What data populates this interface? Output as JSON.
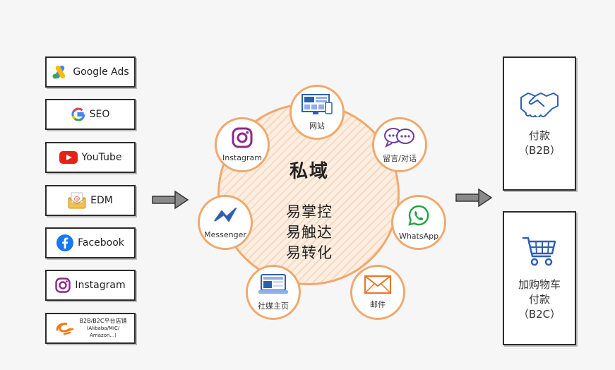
{
  "channels": [
    {
      "label": "Google Ads",
      "icon": "google-ads-icon"
    },
    {
      "label": "SEO",
      "icon": "google-icon"
    },
    {
      "label": "YouTube",
      "icon": "youtube-icon"
    },
    {
      "label": "EDM",
      "icon": "email-icon"
    },
    {
      "label": "Facebook",
      "icon": "facebook-icon"
    },
    {
      "label": "Instagram",
      "icon": "instagram-icon"
    },
    {
      "label": "B2B/B2C平台店铺",
      "sub1": "(Alibaba/MIC/",
      "sub2": "Amazon...)",
      "icon": "alibaba-icon"
    }
  ],
  "center": {
    "title": "私域",
    "line1": "易掌控",
    "line2": "易触达",
    "line3": "易转化"
  },
  "nodes": [
    {
      "label": "网站",
      "icon": "website-icon"
    },
    {
      "label": "留言/对话",
      "icon": "chat-bubbles-icon"
    },
    {
      "label": "WhatsApp",
      "icon": "whatsapp-icon"
    },
    {
      "label": "邮件",
      "icon": "mail-icon"
    },
    {
      "label": "社媒主页",
      "icon": "social-page-icon"
    },
    {
      "label": "Messenger",
      "icon": "messenger-icon"
    },
    {
      "label": "Instagram",
      "icon": "instagram-icon"
    }
  ],
  "payments": [
    {
      "line1": "付款",
      "line2": "（B2B）",
      "icon": "handshake-icon"
    },
    {
      "line1": "加购物车",
      "line2": "付款",
      "line3": "（B2C）",
      "icon": "shopping-cart-icon"
    }
  ],
  "colors": {
    "accent": "#f1a86c",
    "purple": "#6b3fa0",
    "blue": "#2f5fb3",
    "green": "#25a244"
  }
}
